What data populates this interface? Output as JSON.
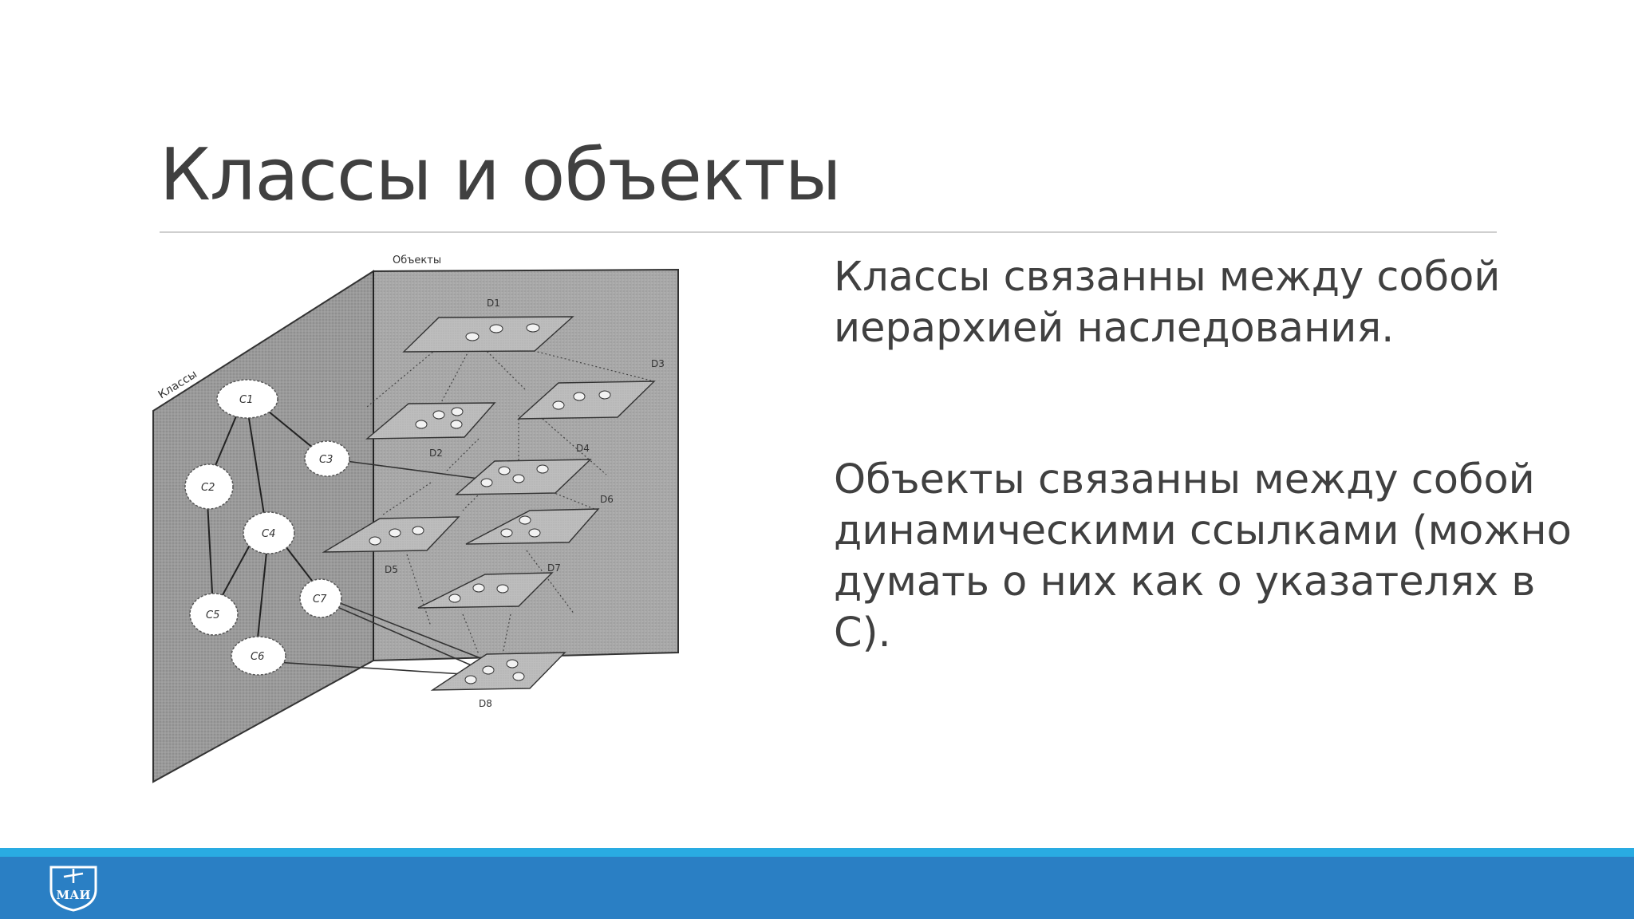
{
  "slide": {
    "title": "Классы и объекты",
    "paragraphs": [
      "Классы связанны между собой иерархией наследования.",
      "Объекты связанны между собой динамическими ссылками (можно думать о них как о указателях в С)."
    ]
  },
  "figure": {
    "label_objects": "Объекты",
    "label_classes": "Классы",
    "classes": [
      "C1",
      "C2",
      "C3",
      "C4",
      "C5",
      "C6",
      "C7"
    ],
    "objects": [
      "D1",
      "D2",
      "D3",
      "D4",
      "D5",
      "D6",
      "D7",
      "D8"
    ]
  },
  "footer": {
    "logo_text": "МАИ",
    "colors": {
      "bar": "#2a7fc4",
      "stripe": "#29abe2"
    }
  }
}
